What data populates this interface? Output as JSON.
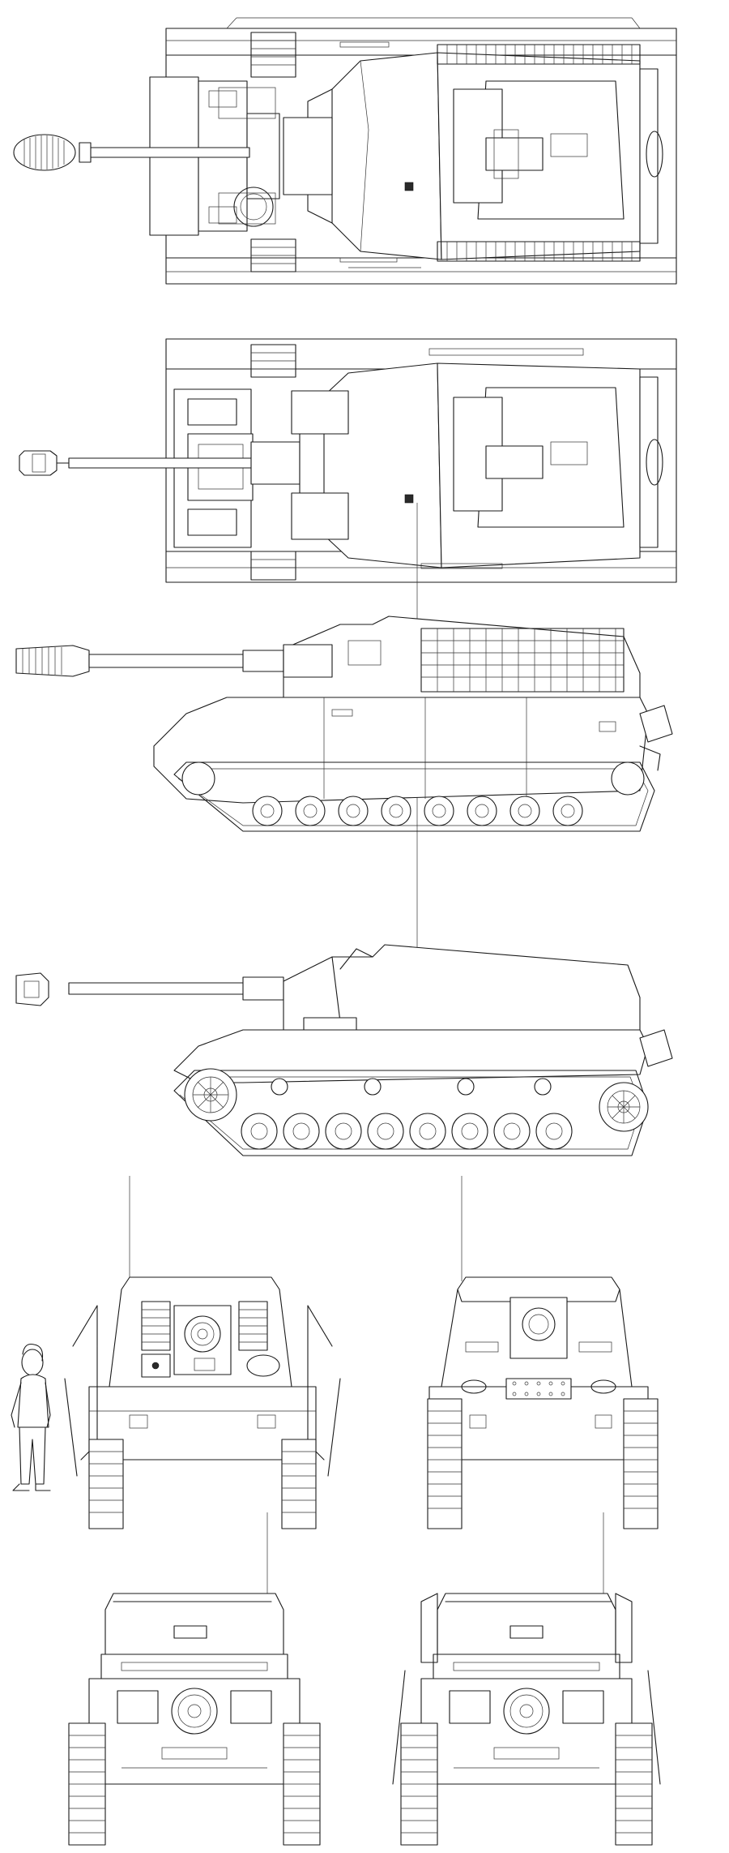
{
  "drawing": {
    "subject": "tank-destroyer-blueprint",
    "colors": {
      "line": "#1a1a1a",
      "paper": "#ffffff"
    },
    "views": [
      {
        "id": "top-view-with-spare-tracks"
      },
      {
        "id": "top-view-plain"
      },
      {
        "id": "side-view-with-skirt-tracks"
      },
      {
        "id": "side-view-plain"
      },
      {
        "id": "front-view-with-tracks"
      },
      {
        "id": "front-view-plain"
      },
      {
        "id": "rear-view-left"
      },
      {
        "id": "rear-view-right"
      }
    ],
    "side_view_wheels": {
      "road_wheels": 8,
      "return_rollers": 4
    },
    "scale_figure": "human-figure"
  }
}
